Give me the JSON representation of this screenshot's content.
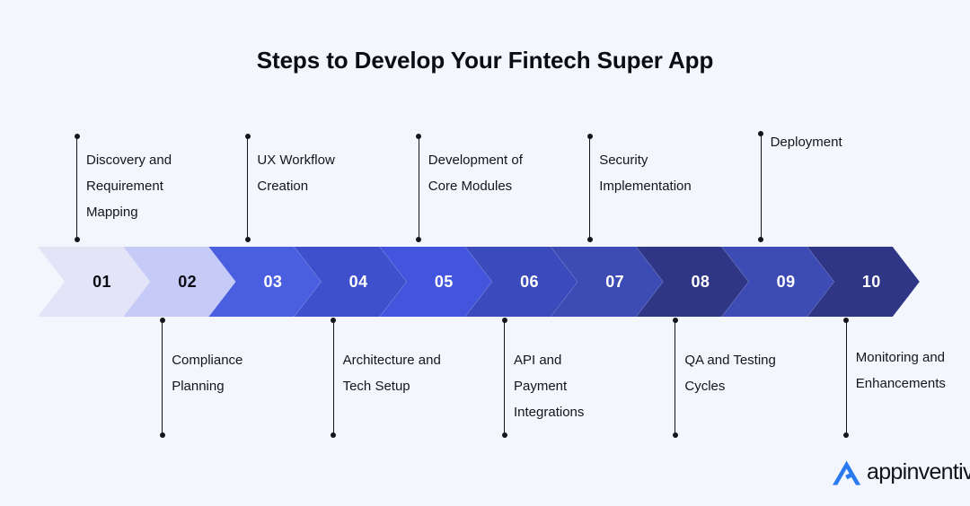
{
  "header": {
    "title": "Steps to Develop Your Fintech Super App"
  },
  "theme": {
    "background": "#f3f6fd",
    "text": "#15151c",
    "connector": "#15151c",
    "logo_mark": "#2979f0",
    "logo_word": "#12121a"
  },
  "logo": {
    "mark_name": "appinventiv-a-mark",
    "wordmark": "appinventiv"
  },
  "steps": [
    {
      "number": "01",
      "label": "Discovery and\nRequirement\nMapping",
      "position": "top",
      "fill": "#e3e4f7",
      "num_color": "#0c0c14"
    },
    {
      "number": "02",
      "label": "Compliance\nPlanning",
      "position": "bottom",
      "fill": "#c6caf7",
      "num_color": "#0c0c14"
    },
    {
      "number": "03",
      "label": "UX Workflow\nCreation",
      "position": "top",
      "fill": "#4a5ee0",
      "num_color": "#ffffff"
    },
    {
      "number": "04",
      "label": "Architecture and\nTech Setup",
      "position": "bottom",
      "fill": "#3f50cc",
      "num_color": "#ffffff"
    },
    {
      "number": "05",
      "label": "Development of\nCore Modules",
      "position": "top",
      "fill": "#4355dd",
      "num_color": "#ffffff"
    },
    {
      "number": "06",
      "label": "API and\nPayment\nIntegrations",
      "position": "bottom",
      "fill": "#3b4bbb",
      "num_color": "#ffffff"
    },
    {
      "number": "07",
      "label": "Security\nImplementation",
      "position": "top",
      "fill": "#3c4cb4",
      "num_color": "#ffffff"
    },
    {
      "number": "08",
      "label": "QA and Testing\nCycles",
      "position": "bottom",
      "fill": "#2e3685",
      "num_color": "#ffffff"
    },
    {
      "number": "09",
      "label": "Deployment",
      "position": "top",
      "fill": "#3c4cb4",
      "num_color": "#ffffff"
    },
    {
      "number": "10",
      "label": "Monitoring and\nEnhancements",
      "position": "bottom",
      "fill": "#2e3685",
      "num_color": "#ffffff"
    }
  ],
  "chart_data": {
    "type": "table",
    "title": "Steps to Develop Your Fintech Super App",
    "categories": [
      "01",
      "02",
      "03",
      "04",
      "05",
      "06",
      "07",
      "08",
      "09",
      "10"
    ],
    "values": [
      "Discovery and Requirement Mapping",
      "Compliance Planning",
      "UX Workflow Creation",
      "Architecture and Tech Setup",
      "Development of Core Modules",
      "API and Payment Integrations",
      "Security Implementation",
      "QA and Testing Cycles",
      "Deployment",
      "Monitoring and Enhancements"
    ]
  }
}
